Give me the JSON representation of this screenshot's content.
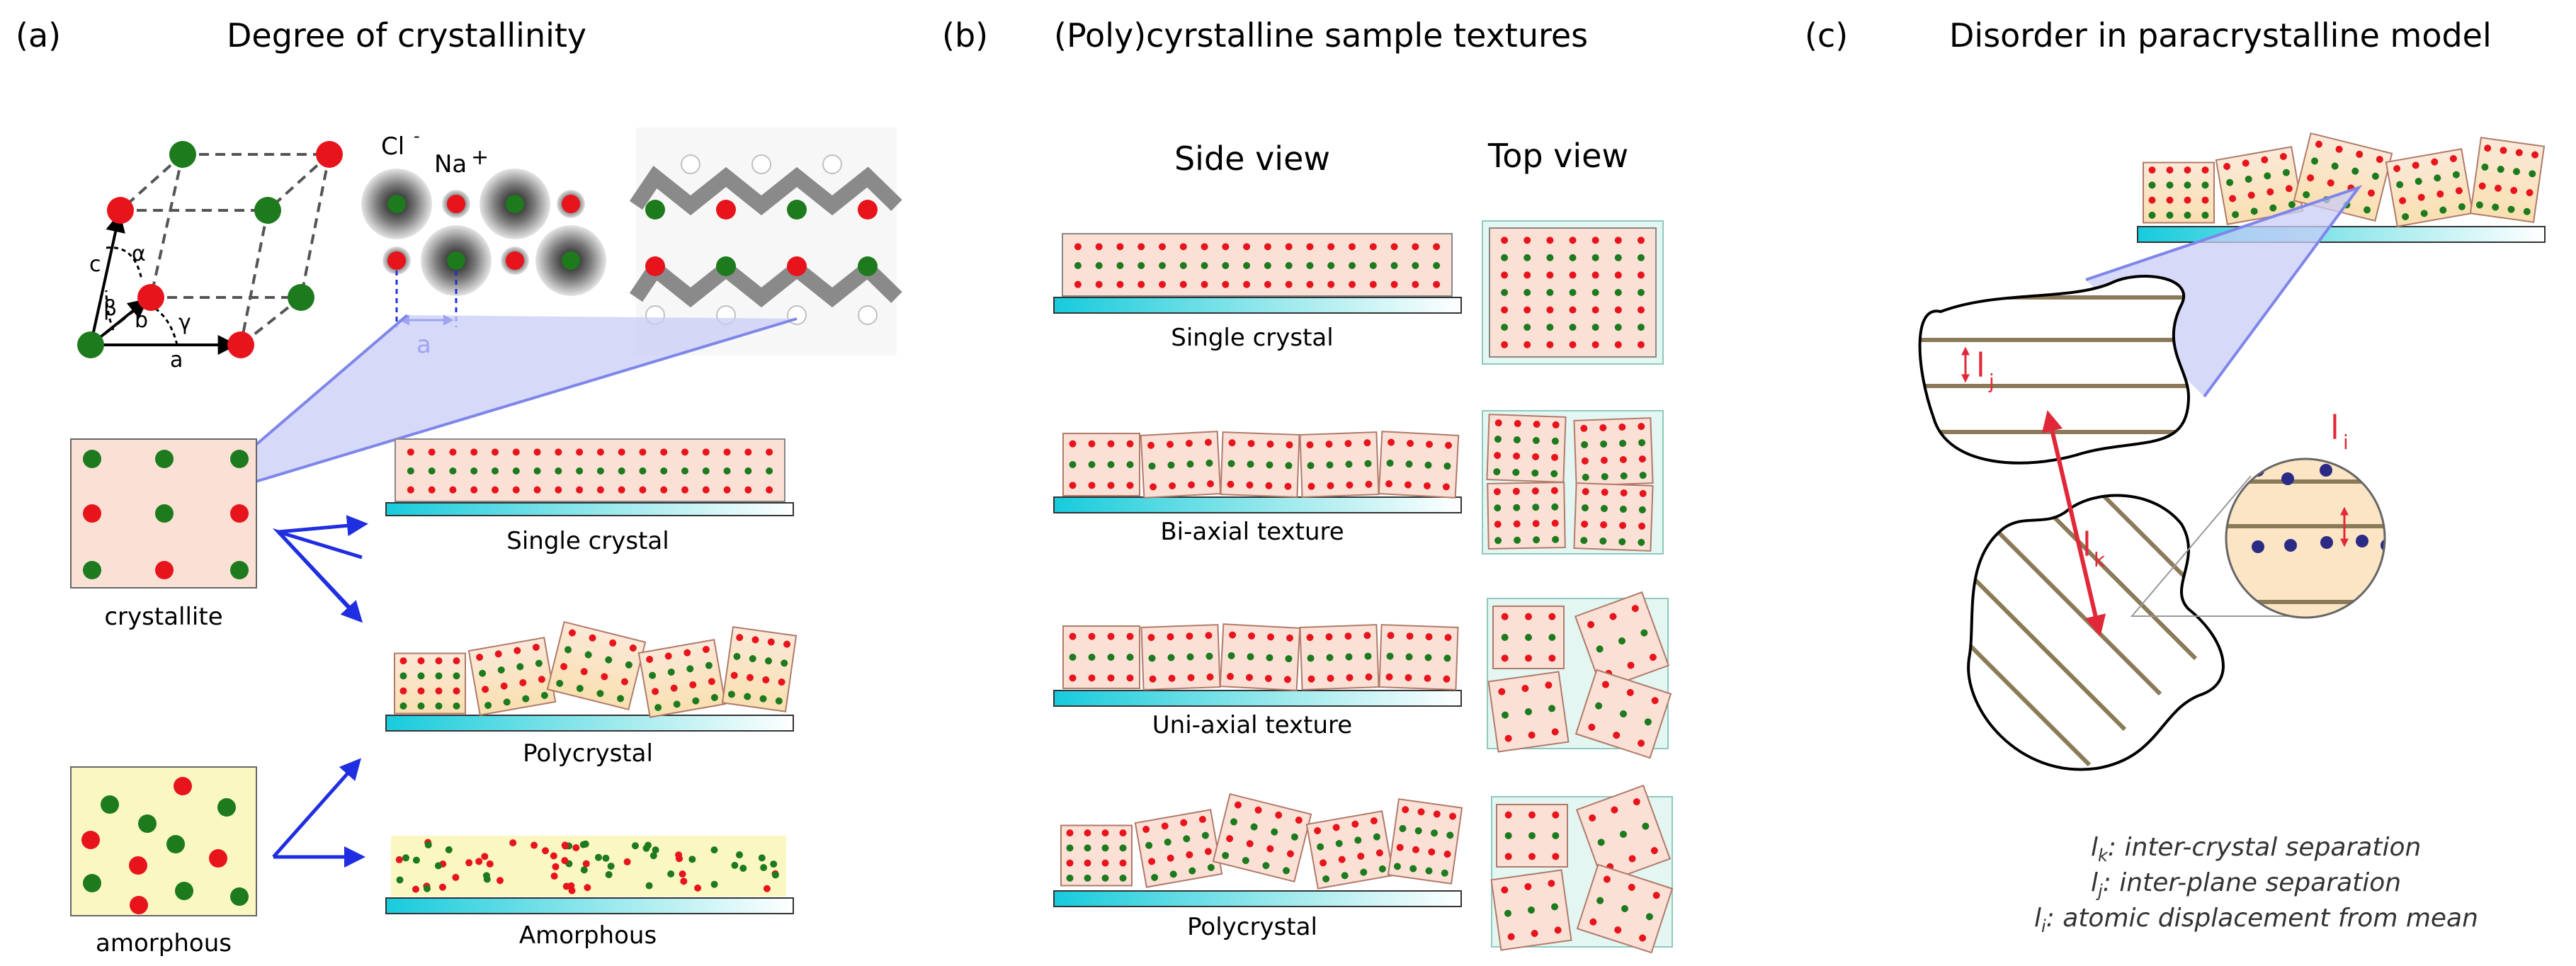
{
  "panels": {
    "a": {
      "letter": "(a)",
      "title": "Degree of crystallinity",
      "lattice_labels": {
        "a": "a",
        "b": "b",
        "c": "c",
        "alpha": "α",
        "beta": "β",
        "gamma": "γ"
      },
      "ions": {
        "cl": "Cl",
        "cl_charge": "-",
        "na": "Na",
        "na_charge": "+"
      },
      "spacing_label": "a",
      "crystallite": "crystallite",
      "amorphous": "amorphous",
      "single_crystal": "Single crystal",
      "polycrystal": "Polycrystal",
      "amorphous_film": "Amorphous"
    },
    "b": {
      "letter": "(b)",
      "title": "(Poly)cyrstalline sample textures",
      "side_view": "Side view",
      "top_view": "Top view",
      "rows": [
        "Single crystal",
        "Bi-axial texture",
        "Uni-axial texture",
        "Polycrystal"
      ]
    },
    "c": {
      "letter": "(c)",
      "title": "Disorder in paracrystalline model",
      "l_main": "l",
      "sub_j": "j",
      "sub_k": "k",
      "sub_i": "i",
      "legend": [
        {
          "sym": "l",
          "sub": "k",
          "text": ": inter-crystal separation"
        },
        {
          "sym": "l",
          "sub": "j",
          "text": ": inter-plane separation"
        },
        {
          "sym": "l",
          "sub": "i",
          "text": ": atomic displacement from mean"
        }
      ]
    }
  },
  "colors": {
    "red_atom": "#e8141c",
    "green_atom": "#1d7a1d",
    "blue_atom": "#2b2b86",
    "crystal_fill": "#fbe0d6",
    "poly_fill": "#fbe5c4",
    "amorph_fill": "#fbf7c2",
    "substrate_left": "#17cbdc",
    "substrate_right": "#ffffff",
    "arrow_blue": "#1f2ee0",
    "lens_blue": "#c9ccf5",
    "plane_brown": "#8b7a58",
    "red_arrow": "#e12838"
  }
}
